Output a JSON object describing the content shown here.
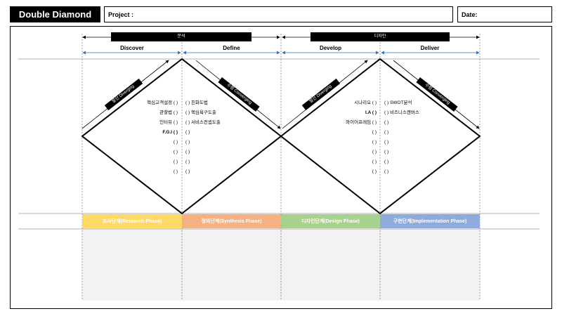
{
  "header": {
    "title": "Double Diamond",
    "project_label": "Project :",
    "date_label": "Date:"
  },
  "top_bars": {
    "analysis": "분석",
    "design": "디자인"
  },
  "phases": [
    "Discover",
    "Define",
    "Develop",
    "Deliver"
  ],
  "arrows": {
    "diverging": "발산 Diverging",
    "converging": "수렴 Converging"
  },
  "lists": {
    "discover": [
      "핵심고객설정 ( )",
      "관찰법 ( )",
      "인터뷰 ( )",
      "F.G.I ( )",
      "( )",
      "( )",
      "( )",
      "( )"
    ],
    "define": [
      "( ) 친화도법",
      "( ) 핵심욕구도출",
      "( ) 서비스컨셉도출",
      "( )",
      "( )",
      "( )",
      "( )",
      "( )"
    ],
    "develop": [
      "시나리오 ( )",
      "I.A ( )",
      "와이어프레임 ( )",
      "( )",
      "( )",
      "( )",
      "( )",
      "( )"
    ],
    "deliver": [
      "( ) SWOT분석",
      "( ) 비즈니스캔버스",
      "( )",
      "( )",
      "( )",
      "( )",
      "( )",
      "( )"
    ]
  },
  "stages": [
    {
      "label": "조사단계(Research Phase)",
      "color": "#ffd966"
    },
    {
      "label": "정의단계(Synthesis Phase)",
      "color": "#f4b183"
    },
    {
      "label": "디자인단계(Design Phase)",
      "color": "#a9d18e"
    },
    {
      "label": "구현단계(Implementation Phase)",
      "color": "#8faadc"
    }
  ],
  "colors": {
    "arrow_blue": "#2e75b6",
    "lower_area": "#f2f2f2"
  }
}
